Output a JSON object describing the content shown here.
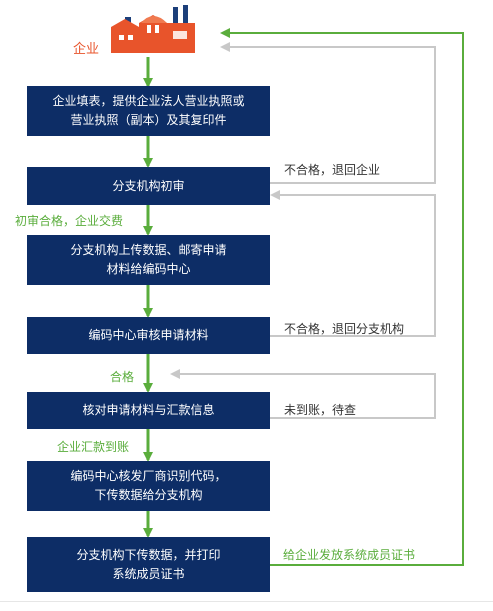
{
  "company": {
    "label": "企业",
    "icon": "factory-icon"
  },
  "steps": [
    {
      "lines": [
        "企业填表，提供企业法人营业执照或",
        "营业执照（副本）及其复印件"
      ]
    },
    {
      "lines": [
        "分支机构初审"
      ]
    },
    {
      "lines": [
        "分支机构上传数据、邮寄申请",
        "材料给编码中心"
      ]
    },
    {
      "lines": [
        "编码中心审核申请材料"
      ]
    },
    {
      "lines": [
        "核对申请材料与汇款信息"
      ]
    },
    {
      "lines": [
        "编码中心核发厂商识别代码，",
        "下传数据给分支机构"
      ]
    },
    {
      "lines": [
        "分支机构下传数据，并打印",
        "系统成员证书"
      ]
    }
  ],
  "labels": {
    "initial_pass": "初审合格，企业交费",
    "pass": "合格",
    "payment_received": "企业汇款到账",
    "fail_return_company": "不合格，退回企业",
    "fail_return_branch": "不合格，退回分支机构",
    "not_received_pending": "未到账，待查",
    "issue_certificate": "给企业发放系统成员证书"
  },
  "colors": {
    "box": "#0d2d66",
    "green": "#5aad3c",
    "gray": "#c8c8c8",
    "company": "#e8542b"
  }
}
